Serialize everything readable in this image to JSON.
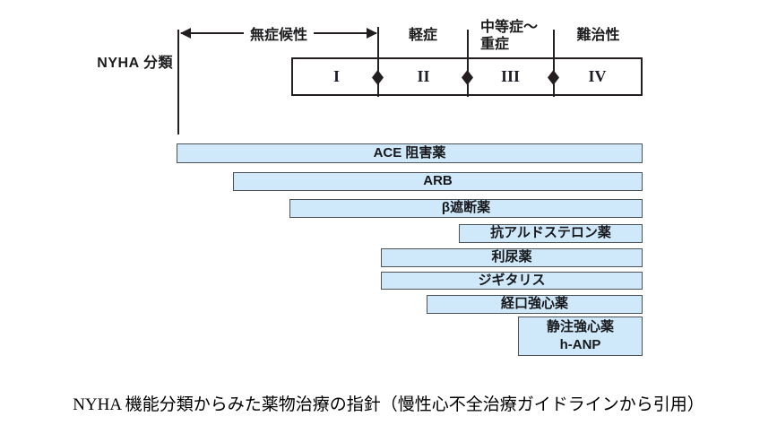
{
  "figure": {
    "axis_label": "NYHA 分類",
    "severity_labels": [
      {
        "label": "無症候性"
      },
      {
        "label": "軽症"
      },
      {
        "label": "中等症～",
        "label2": "重症"
      },
      {
        "label": "難治性"
      }
    ],
    "nyha_classes": [
      "I",
      "II",
      "III",
      "IV"
    ],
    "drugs": [
      {
        "label": "ACE 阻害薬",
        "covers": "無症候性〜IV（難治性）"
      },
      {
        "label": "ARB",
        "covers": "無症候性〜IV（難治性）"
      },
      {
        "label": "β遮断薬",
        "covers": "I〜IV"
      },
      {
        "label": "抗アルドステロン薬",
        "covers": "II/III〜IV"
      },
      {
        "label": "利尿薬",
        "covers": "II〜IV"
      },
      {
        "label": "ジギタリス",
        "covers": "II〜IV"
      },
      {
        "label": "経口強心薬",
        "covers": "II〜IV"
      },
      {
        "label": "静注強心薬",
        "label2": "h-ANP",
        "covers": "III〜IV"
      }
    ],
    "caption": "NYHA 機能分類からみた薬物治療の指針（慢性心不全治療ガイドラインから引用）"
  },
  "colors": {
    "bar_fill": "#d0e9fa",
    "bar_border": "#4d5256",
    "line": "#231f20",
    "background": "#ffffff"
  }
}
